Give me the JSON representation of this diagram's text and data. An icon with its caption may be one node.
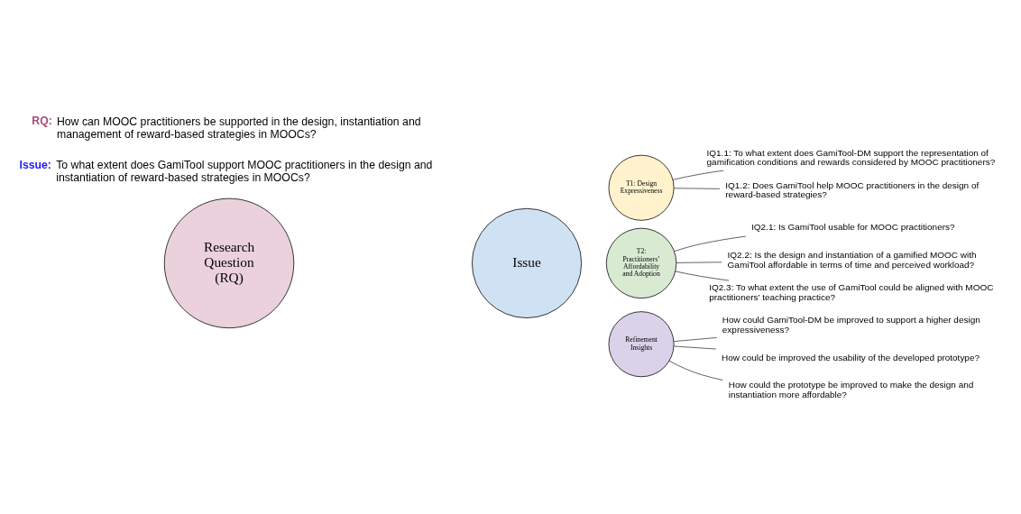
{
  "diagram": {
    "nodes": [
      {
        "text": [
          "Research Question (RQ)"
        ]
      },
      {
        "text": [
          "Issue"
        ]
      },
      {
        "text": [
          "T1: Design Expressiveness"
        ]
      },
      {
        "text": [
          "T2: Practitioners’ Affordability and Adoption"
        ]
      },
      {
        "text": [
          "Refinement Insights"
        ]
      },
      {
        "text": [
          "IQ1.1: To what extent does GamiTool-DM support the representation of gamification conditions and rewards considered by MOOC practitioners?"
        ]
      },
      {
        "text": [
          "IQ1.2: Does GamiTool help MOOC practitioners in the design of reward-based strategies?"
        ]
      },
      {
        "text": [
          "IQ2.1: Is GamiTool usable for MOOC practitioners?"
        ]
      },
      {
        "text": [
          "IQ2.2: Is the design and instantiation of a gamified MOOC with GamiTool affordable in terms of time and perceived workload?"
        ]
      },
      {
        "text": [
          "IQ2.3: To what extent the use of GamiTool could be aligned with MOOC practitioners’ teaching practice?"
        ]
      },
      {
        "text": [
          "How could GamiTool-DM be improved to support a higher design expressiveness?"
        ]
      },
      {
        "text": [
          "How could be improved the usability of the developed prototype?"
        ]
      },
      {
        "text": [
          "How could the prototype be improved to make the design and instantiation more affordable?"
        ]
      }
    ],
    "edges": [
      {
        "from": 2,
        "to": 5,
        "arrow": "none"
      },
      {
        "from": 2,
        "to": 6,
        "arrow": "none"
      },
      {
        "from": 3,
        "to": 7,
        "arrow": "none"
      },
      {
        "from": 3,
        "to": 8,
        "arrow": "none"
      },
      {
        "from": 3,
        "to": 9,
        "arrow": "none"
      },
      {
        "from": 4,
        "to": 10,
        "arrow": "none"
      },
      {
        "from": 4,
        "to": 11,
        "arrow": "none"
      },
      {
        "from": 4,
        "to": 12,
        "arrow": "none"
      }
    ],
    "labels": [
      "RQ:",
      "How can MOOC practitioners be supported in the design, instantiation and management of reward-based strategies in MOOCs?",
      "Issue:",
      "To what extent does GamiTool support MOOC practitioners in the design and instantiation of reward-based strategies in MOOCs?"
    ]
  }
}
